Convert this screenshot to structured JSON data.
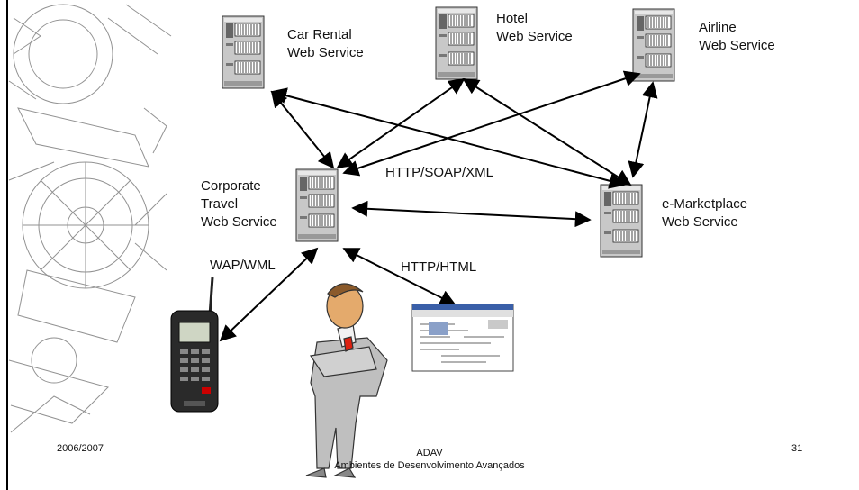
{
  "nodes": {
    "car_rental": "Car Rental\nWeb Service",
    "hotel": "Hotel\nWeb Service",
    "airline": "Airline\nWeb Service",
    "corporate": "Corporate\nTravel\nWeb Service",
    "marketplace": "e-Marketplace\nWeb Service"
  },
  "protocols": {
    "soap": "HTTP/SOAP/XML",
    "wap": "WAP/WML",
    "html": "HTTP/HTML"
  },
  "footer": {
    "year": "2006/2007",
    "course": "ADAV",
    "course_full": "Ambientes de Desenvolvimento Avançados",
    "page": "31"
  }
}
